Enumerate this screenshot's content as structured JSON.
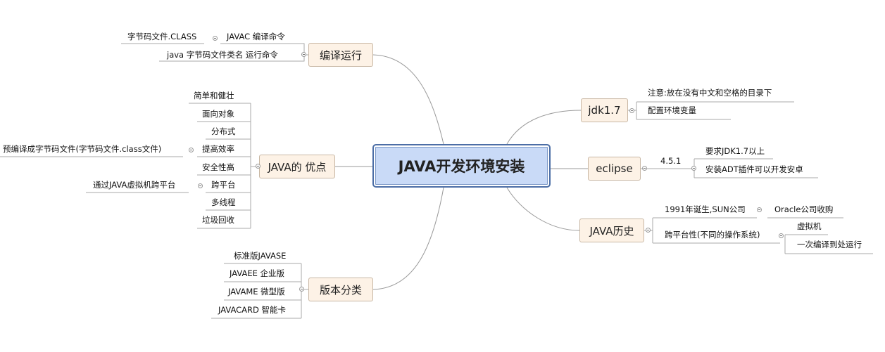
{
  "root": {
    "label": "JAVA开发环境安装"
  },
  "branches": {
    "compile": {
      "label": "编译运行",
      "items": [
        {
          "label": "JAVAC 编译命令",
          "child": "字节码文件.CLASS"
        },
        {
          "label": "java 字节码文件类名 运行命令"
        }
      ]
    },
    "advantages": {
      "label": "JAVA的 优点",
      "items": [
        {
          "label": "简单和健壮"
        },
        {
          "label": "面向对象"
        },
        {
          "label": "分布式"
        },
        {
          "label": "提高效率",
          "child": "预编译成字节码文件(字节码文件.class文件)"
        },
        {
          "label": "安全性高"
        },
        {
          "label": "跨平台",
          "child": "通过JAVA虚拟机跨平台"
        },
        {
          "label": "多线程"
        },
        {
          "label": "垃圾回收"
        }
      ]
    },
    "editions": {
      "label": "版本分类",
      "items": [
        {
          "label": "标准版JAVASE"
        },
        {
          "label": "JAVAEE 企业版"
        },
        {
          "label": "JAVAME 微型版"
        },
        {
          "label": "JAVACARD 智能卡"
        }
      ]
    },
    "jdk": {
      "label": "jdk1.7",
      "items": [
        {
          "label": "注意:放在没有中文和空格的目录下"
        },
        {
          "label": "配置环境变量"
        }
      ]
    },
    "eclipse": {
      "label": "eclipse",
      "version": "4.5.1",
      "items": [
        {
          "label": "要求JDK1.7以上"
        },
        {
          "label": "安装ADT插件可以开发安卓"
        }
      ]
    },
    "history": {
      "label": "JAVA历史",
      "items": [
        {
          "label": "1991年诞生,SUN公司",
          "child": "Oracle公司收购"
        },
        {
          "label": "跨平台性(不同的操作系统)",
          "children": [
            "虚拟机",
            "一次编译到处运行"
          ]
        }
      ]
    }
  }
}
